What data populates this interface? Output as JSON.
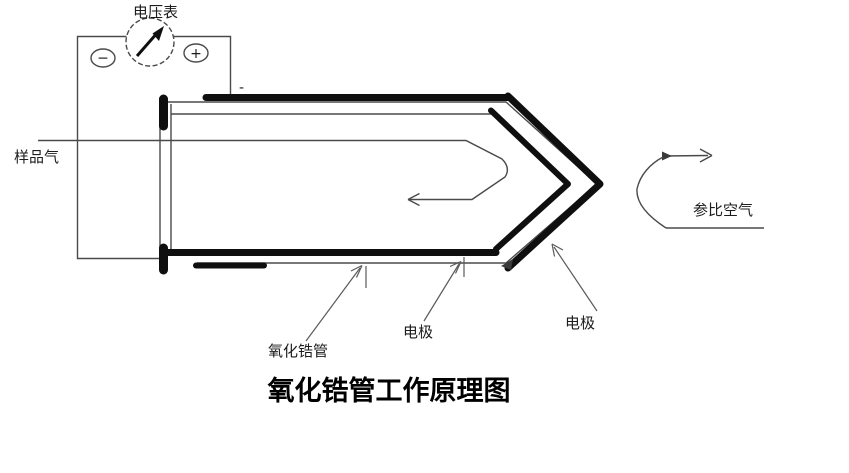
{
  "title": "氧化锆管工作原理图",
  "voltmeter": {
    "label": "电压表",
    "minus": "−",
    "plus": "+",
    "polarity_mark": "-"
  },
  "flows": {
    "sample_gas": "样品气",
    "reference_air": "参比空气"
  },
  "annotations": {
    "zirconia_tube": "氧化锆管",
    "electrode_bottom": "电极",
    "electrode_tip": "电极"
  },
  "colors": {
    "background": "#ffffff",
    "thin_line": "#4a4a4a",
    "electrode": "#0f0f0f",
    "text": "#1c1c1c"
  }
}
